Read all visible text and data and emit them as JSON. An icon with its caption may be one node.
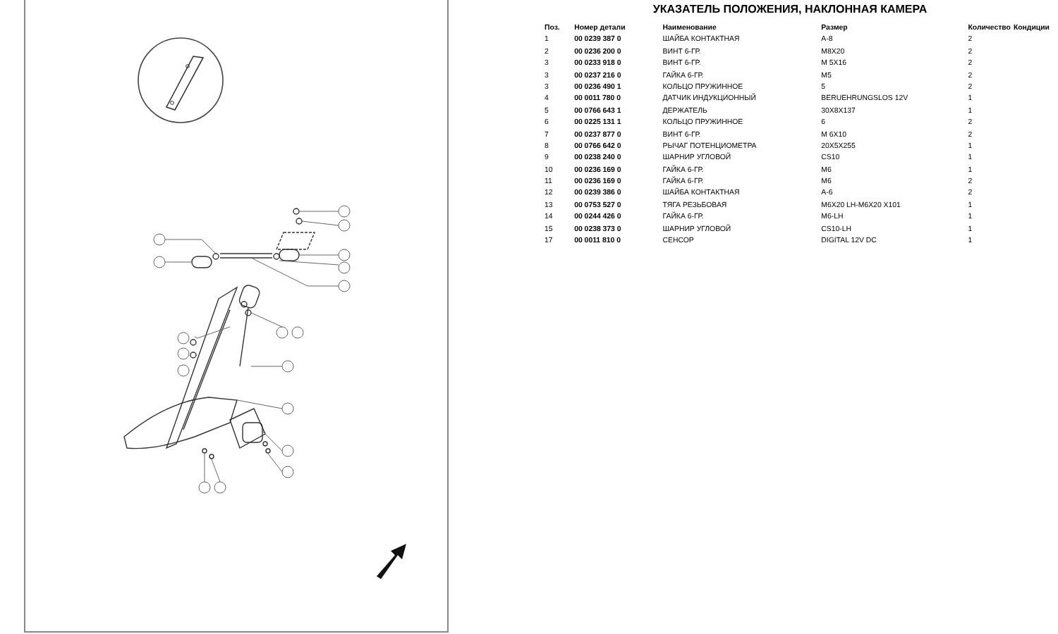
{
  "diagram": {
    "title": "УКАЗАТЕЛЬ ПОЛОЖЕНИЯ, НАКЛОННАЯ КАМЕРА",
    "labels": [
      "Поз.",
      "Номер детали",
      "Наименование",
      "Размер",
      "Количество",
      "Кондиции",
      "1",
      "00 0239 387 0",
      "ШАЙБА КОНТАКТНАЯ",
      "A-8",
      "2",
      "2",
      "00 0236 200 0",
      "ВИНТ 6-ГР.",
      "M8X20",
      "2",
      "3",
      "00 0233 918 0",
      "ВИНТ 6-ГР.",
      "M 5X16",
      "2",
      "3",
      "00 0237 216 0",
      "ГАЙКА 6-ГР.",
      "M5",
      "2",
      "3",
      "00 0236 490 1",
      "КОЛЬЦО ПРУЖИННОЕ",
      "5",
      "2",
      "4",
      "00 0011 780 0",
      "ДАТЧИК ИНДУКЦИОННЫЙ",
      "BERUEHRUNGSLOS 12V",
      "1",
      "5",
      "00 0766 643 1",
      "ДЕРЖАТЕЛЬ",
      "30X8X137",
      "1",
      "6",
      "00 0225 131 1",
      "КОЛЬЦО ПРУЖИННОЕ",
      "6",
      "2",
      "7",
      "00 0237 877 0",
      "ВИНТ 6-ГР.",
      "M 6X10",
      "2",
      "8",
      "00 0766 642 0",
      "РЫЧАГ ПОТЕНЦИОМЕТРА",
      "20X5X255",
      "1",
      "9",
      "00 0238 240 0",
      "ШАРНИР УГЛОВОЙ",
      "CS10",
      "1",
      "10",
      "00 0236 169 0",
      "ГАЙКА 6-ГР.",
      "M6",
      "1",
      "11",
      "00 0236 169 0",
      "ГАЙКА 6-ГР.",
      "M6",
      "2",
      "12",
      "00 0239 386 0",
      "ШАЙБА КОНТАКТНАЯ",
      "A-6",
      "2",
      "13",
      "00 0753 527 0",
      "ТЯГА РЕЗЬБОВАЯ",
      "M6X20 LH-M6X20 X101",
      "1",
      "14",
      "00 0244 426 0",
      "ГАЙКА 6-ГР.",
      "M6-LH",
      "1",
      "15",
      "00 0238 373 0",
      "ШАРНИР УГЛОВОЙ",
      "CS10-LH",
      "1",
      "17",
      "00 0011 810 0",
      "СЕНСОР",
      "DIGITAL 12V DC",
      "1"
    ]
  }
}
